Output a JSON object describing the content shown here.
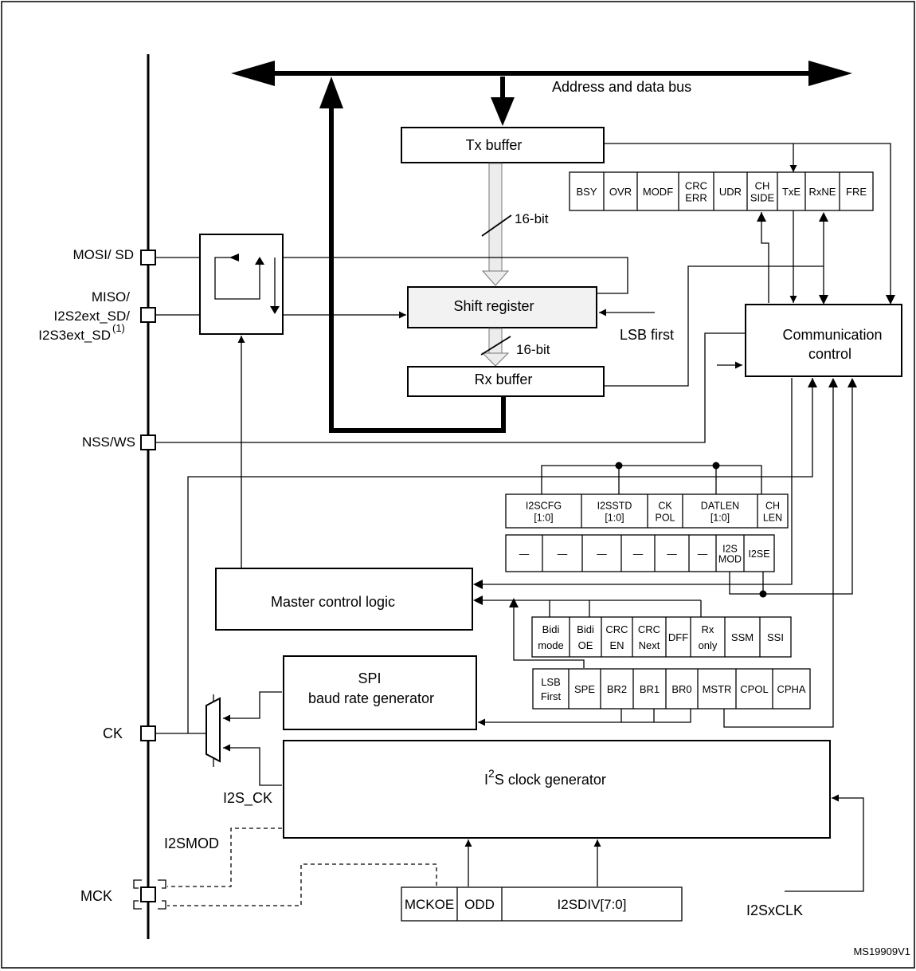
{
  "bus": {
    "label": "Address and data bus"
  },
  "blocks": {
    "tx_buffer": "Tx buffer",
    "shift_register": "Shift register",
    "rx_buffer": "Rx buffer",
    "communication_control": [
      "Communication",
      "control"
    ],
    "master_control_logic": "Master control logic",
    "spi_baud": [
      "SPI",
      "baud rate generator"
    ],
    "i2s_clock_pre": "I",
    "i2s_clock_sup": "2",
    "i2s_clock_post": "S clock generator"
  },
  "labels": {
    "width_tx": "16-bit",
    "width_rx": "16-bit",
    "lsb_first": "LSB first",
    "i2s_ck": "I2S_CK",
    "i2smod": "I2SMOD",
    "i2sxclk": "I2SxCLK",
    "ref": "MS19909V1"
  },
  "pins": {
    "mosi": "MOSI/ SD",
    "miso_line1": "MISO/",
    "miso_line2": "I2S2ext_SD/",
    "miso_line3": "I2S3ext_SD",
    "miso_sup": "(1)",
    "nss": "NSS/WS",
    "ck": "CK",
    "mck": "MCK"
  },
  "status_register": [
    [
      "BSY"
    ],
    [
      "OVR"
    ],
    [
      "MODF"
    ],
    [
      "CRC",
      "ERR"
    ],
    [
      "UDR"
    ],
    [
      "CH",
      "SIDE"
    ],
    [
      "TxE"
    ],
    [
      "RxNE"
    ],
    [
      "FRE"
    ]
  ],
  "i2scfgr_high": [
    [
      "I2SCFG",
      "[1:0]"
    ],
    [
      "I2SSTD",
      "[1:0]"
    ],
    [
      "CK",
      "POL"
    ],
    [
      "DATLEN",
      "[1:0]"
    ],
    [
      "CH",
      "LEN"
    ]
  ],
  "i2scfgr_low": [
    [
      "—"
    ],
    [
      "—"
    ],
    [
      "—"
    ],
    [
      "—"
    ],
    [
      "—"
    ],
    [
      "—"
    ],
    [
      "I2S",
      "MOD"
    ],
    [
      "I2SE"
    ]
  ],
  "cr_high": [
    [
      "Bidi",
      "mode"
    ],
    [
      "Bidi",
      "OE"
    ],
    [
      "CRC",
      "EN"
    ],
    [
      "CRC",
      "Next"
    ],
    [
      "DFF"
    ],
    [
      "Rx",
      "only"
    ],
    [
      "SSM"
    ],
    [
      "SSI"
    ]
  ],
  "cr_low": [
    [
      "LSB",
      "First"
    ],
    [
      "SPE"
    ],
    [
      "BR2"
    ],
    [
      "BR1"
    ],
    [
      "BR0"
    ],
    [
      "MSTR"
    ],
    [
      "CPOL"
    ],
    [
      "CPHA"
    ]
  ],
  "i2spr": [
    [
      "MCKOE"
    ],
    [
      "ODD"
    ],
    [
      "I2SDIV[7:0]"
    ]
  ]
}
